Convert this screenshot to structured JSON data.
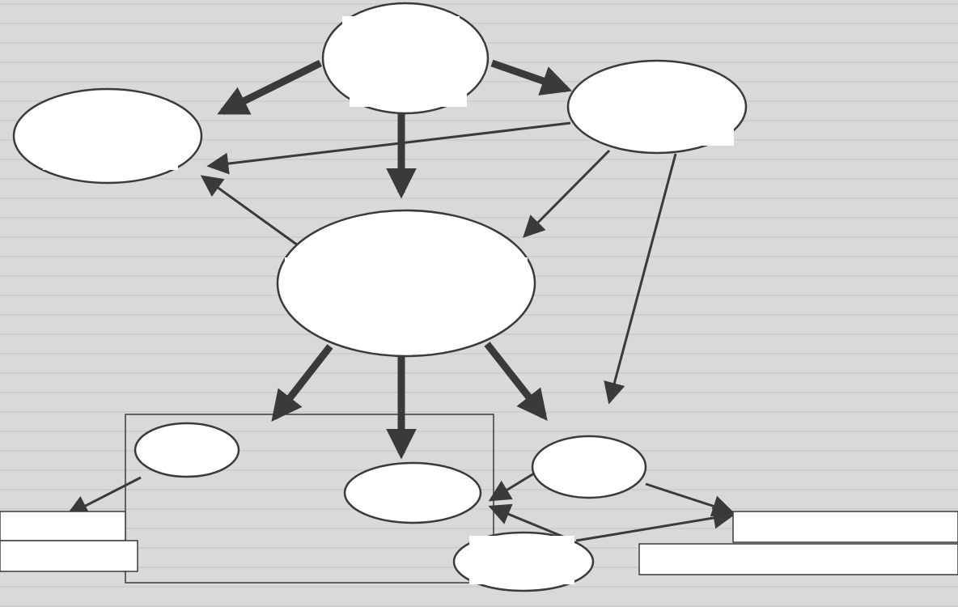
{
  "diagram": {
    "type": "flow-diagram",
    "nodes": [
      {
        "id": "top",
        "label": ""
      },
      {
        "id": "left",
        "label": ""
      },
      {
        "id": "right",
        "label": ""
      },
      {
        "id": "center",
        "label": ""
      },
      {
        "id": "bottom-left-small",
        "label": ""
      },
      {
        "id": "bottom-center",
        "label": ""
      },
      {
        "id": "bottom-right",
        "label": ""
      },
      {
        "id": "bottom-right-lower",
        "label": ""
      },
      {
        "id": "box-left-1",
        "label": ""
      },
      {
        "id": "box-left-2",
        "label": ""
      },
      {
        "id": "box-right",
        "label": ""
      }
    ],
    "edges": [
      {
        "from": "top",
        "to": "left",
        "style": "thick"
      },
      {
        "from": "top",
        "to": "right",
        "style": "thick"
      },
      {
        "from": "top",
        "to": "center",
        "style": "thick"
      },
      {
        "from": "right",
        "to": "left",
        "style": "thin"
      },
      {
        "from": "center",
        "to": "left",
        "style": "thin"
      },
      {
        "from": "right",
        "to": "center",
        "style": "thin"
      },
      {
        "from": "right",
        "to": "bottom-right",
        "style": "thin"
      },
      {
        "from": "center",
        "to": "bottom-left-small",
        "style": "thick"
      },
      {
        "from": "center",
        "to": "bottom-center",
        "style": "thick"
      },
      {
        "from": "center",
        "to": "bottom-right",
        "style": "thick"
      },
      {
        "from": "bottom-left-small",
        "to": "box-left-1",
        "style": "thin"
      },
      {
        "from": "bottom-right",
        "to": "bottom-center",
        "style": "thin"
      },
      {
        "from": "bottom-right-lower",
        "to": "bottom-center",
        "style": "thin"
      },
      {
        "from": "bottom-right",
        "to": "box-right",
        "style": "thin"
      }
    ],
    "colors": {
      "stroke": "#3a3a3a",
      "node_fill": "#ffffff",
      "background": "#d9d9d9"
    }
  }
}
